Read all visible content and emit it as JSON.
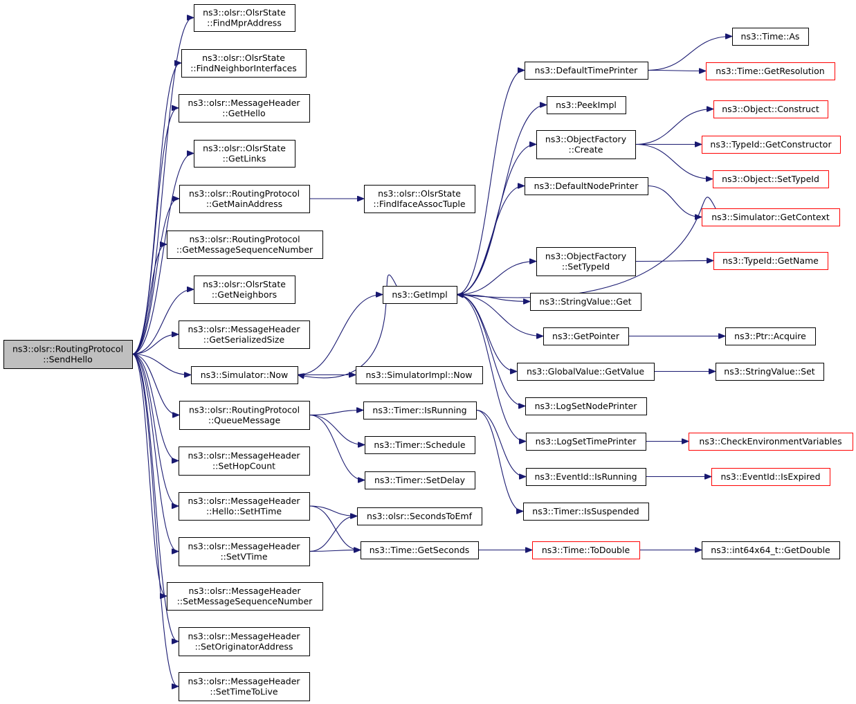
{
  "colors": {
    "edge": "#191970",
    "normal_border": "#000000",
    "truncated_border": "#ff0000",
    "root_fill": "#bfbfbf",
    "node_fill": "#ffffff"
  },
  "nodes": [
    {
      "id": "root",
      "lines": [
        "ns3::olsr::RoutingProtocol",
        "::SendHello"
      ],
      "style": "root"
    },
    {
      "id": "findMpr",
      "lines": [
        "ns3::olsr::OlsrState",
        "::FindMprAddress"
      ],
      "style": "normal"
    },
    {
      "id": "findNeighIf",
      "lines": [
        "ns3::olsr::OlsrState",
        "::FindNeighborInterfaces"
      ],
      "style": "normal"
    },
    {
      "id": "getHello",
      "lines": [
        "ns3::olsr::MessageHeader",
        "::GetHello"
      ],
      "style": "normal"
    },
    {
      "id": "getLinks",
      "lines": [
        "ns3::olsr::OlsrState",
        "::GetLinks"
      ],
      "style": "normal"
    },
    {
      "id": "getMainAddr",
      "lines": [
        "ns3::olsr::RoutingProtocol",
        "::GetMainAddress"
      ],
      "style": "normal"
    },
    {
      "id": "findIface",
      "lines": [
        "ns3::olsr::OlsrState",
        "::FindIfaceAssocTuple"
      ],
      "style": "normal"
    },
    {
      "id": "getMsgSeq",
      "lines": [
        "ns3::olsr::RoutingProtocol",
        "::GetMessageSequenceNumber"
      ],
      "style": "normal"
    },
    {
      "id": "getNeighbors",
      "lines": [
        "ns3::olsr::OlsrState",
        "::GetNeighbors"
      ],
      "style": "normal"
    },
    {
      "id": "getSerSize",
      "lines": [
        "ns3::olsr::MessageHeader",
        "::GetSerializedSize"
      ],
      "style": "normal"
    },
    {
      "id": "simNow",
      "lines": [
        "ns3::Simulator::Now"
      ],
      "style": "normal"
    },
    {
      "id": "simImplNow",
      "lines": [
        "ns3::SimulatorImpl::Now"
      ],
      "style": "normal"
    },
    {
      "id": "getImpl",
      "lines": [
        "ns3::GetImpl"
      ],
      "style": "normal"
    },
    {
      "id": "defTimePrinter",
      "lines": [
        "ns3::DefaultTimePrinter"
      ],
      "style": "normal"
    },
    {
      "id": "timeAs",
      "lines": [
        "ns3::Time::As"
      ],
      "style": "normal"
    },
    {
      "id": "timeGetRes",
      "lines": [
        "ns3::Time::GetResolution"
      ],
      "style": "truncated"
    },
    {
      "id": "peekImpl",
      "lines": [
        "ns3::PeekImpl"
      ],
      "style": "normal"
    },
    {
      "id": "objFactCreate",
      "lines": [
        "ns3::ObjectFactory",
        "::Create"
      ],
      "style": "normal"
    },
    {
      "id": "objConstruct",
      "lines": [
        "ns3::Object::Construct"
      ],
      "style": "truncated"
    },
    {
      "id": "typeIdGetCtor",
      "lines": [
        "ns3::TypeId::GetConstructor"
      ],
      "style": "truncated"
    },
    {
      "id": "objSetTypeId",
      "lines": [
        "ns3::Object::SetTypeId"
      ],
      "style": "truncated"
    },
    {
      "id": "defNodePrinter",
      "lines": [
        "ns3::DefaultNodePrinter"
      ],
      "style": "normal"
    },
    {
      "id": "simGetContext",
      "lines": [
        "ns3::Simulator::GetContext"
      ],
      "style": "truncated"
    },
    {
      "id": "objFactSetTypeId",
      "lines": [
        "ns3::ObjectFactory",
        "::SetTypeId"
      ],
      "style": "normal"
    },
    {
      "id": "typeIdGetName",
      "lines": [
        "ns3::TypeId::GetName"
      ],
      "style": "truncated"
    },
    {
      "id": "strValGet",
      "lines": [
        "ns3::StringValue::Get"
      ],
      "style": "normal"
    },
    {
      "id": "getPointer",
      "lines": [
        "ns3::GetPointer"
      ],
      "style": "normal"
    },
    {
      "id": "ptrAcquire",
      "lines": [
        "ns3::Ptr::Acquire"
      ],
      "style": "normal"
    },
    {
      "id": "globalGetValue",
      "lines": [
        "ns3::GlobalValue::GetValue"
      ],
      "style": "normal"
    },
    {
      "id": "strValSet",
      "lines": [
        "ns3::StringValue::Set"
      ],
      "style": "normal"
    },
    {
      "id": "logSetNodePrinter",
      "lines": [
        "ns3::LogSetNodePrinter"
      ],
      "style": "normal"
    },
    {
      "id": "logSetTimePrinter",
      "lines": [
        "ns3::LogSetTimePrinter"
      ],
      "style": "normal"
    },
    {
      "id": "checkEnvVars",
      "lines": [
        "ns3::CheckEnvironmentVariables"
      ],
      "style": "truncated"
    },
    {
      "id": "queueMsg",
      "lines": [
        "ns3::olsr::RoutingProtocol",
        "::QueueMessage"
      ],
      "style": "normal"
    },
    {
      "id": "timerIsRunning",
      "lines": [
        "ns3::Timer::IsRunning"
      ],
      "style": "normal"
    },
    {
      "id": "timerSchedule",
      "lines": [
        "ns3::Timer::Schedule"
      ],
      "style": "normal"
    },
    {
      "id": "timerSetDelay",
      "lines": [
        "ns3::Timer::SetDelay"
      ],
      "style": "normal"
    },
    {
      "id": "eventIsRunning",
      "lines": [
        "ns3::EventId::IsRunning"
      ],
      "style": "normal"
    },
    {
      "id": "eventIsExpired",
      "lines": [
        "ns3::EventId::IsExpired"
      ],
      "style": "truncated"
    },
    {
      "id": "timerIsSuspended",
      "lines": [
        "ns3::Timer::IsSuspended"
      ],
      "style": "normal"
    },
    {
      "id": "setHopCount",
      "lines": [
        "ns3::olsr::MessageHeader",
        "::SetHopCount"
      ],
      "style": "normal"
    },
    {
      "id": "helloSetHTime",
      "lines": [
        "ns3::olsr::MessageHeader",
        "::Hello::SetHTime"
      ],
      "style": "normal"
    },
    {
      "id": "secondsToEmf",
      "lines": [
        "ns3::olsr::SecondsToEmf"
      ],
      "style": "normal"
    },
    {
      "id": "setVTime",
      "lines": [
        "ns3::olsr::MessageHeader",
        "::SetVTime"
      ],
      "style": "normal"
    },
    {
      "id": "timeGetSeconds",
      "lines": [
        "ns3::Time::GetSeconds"
      ],
      "style": "normal"
    },
    {
      "id": "timeToDouble",
      "lines": [
        "ns3::Time::ToDouble"
      ],
      "style": "truncated"
    },
    {
      "id": "int64GetDouble",
      "lines": [
        "ns3::int64x64_t::GetDouble"
      ],
      "style": "normal"
    },
    {
      "id": "setMsgSeq",
      "lines": [
        "ns3::olsr::MessageHeader",
        "::SetMessageSequenceNumber"
      ],
      "style": "normal"
    },
    {
      "id": "setOrigAddr",
      "lines": [
        "ns3::olsr::MessageHeader",
        "::SetOriginatorAddress"
      ],
      "style": "normal"
    },
    {
      "id": "setTTL",
      "lines": [
        "ns3::olsr::MessageHeader",
        "::SetTimeToLive"
      ],
      "style": "normal"
    }
  ],
  "edges": [
    [
      "root",
      "findMpr"
    ],
    [
      "root",
      "findNeighIf"
    ],
    [
      "root",
      "getHello"
    ],
    [
      "root",
      "getLinks"
    ],
    [
      "root",
      "getMainAddr"
    ],
    [
      "root",
      "getMsgSeq"
    ],
    [
      "root",
      "getNeighbors"
    ],
    [
      "root",
      "getSerSize"
    ],
    [
      "root",
      "simNow"
    ],
    [
      "root",
      "queueMsg"
    ],
    [
      "root",
      "setHopCount"
    ],
    [
      "root",
      "helloSetHTime"
    ],
    [
      "root",
      "setVTime"
    ],
    [
      "root",
      "setMsgSeq"
    ],
    [
      "root",
      "setOrigAddr"
    ],
    [
      "root",
      "setTTL"
    ],
    [
      "getMainAddr",
      "findIface"
    ],
    [
      "simNow",
      "getImpl"
    ],
    [
      "simNow",
      "simImplNow"
    ],
    [
      "getImpl",
      "simNow"
    ],
    [
      "getImpl",
      "defTimePrinter"
    ],
    [
      "getImpl",
      "peekImpl"
    ],
    [
      "getImpl",
      "objFactCreate"
    ],
    [
      "getImpl",
      "defNodePrinter"
    ],
    [
      "getImpl",
      "objFactSetTypeId"
    ],
    [
      "getImpl",
      "strValGet"
    ],
    [
      "getImpl",
      "getPointer"
    ],
    [
      "getImpl",
      "globalGetValue"
    ],
    [
      "getImpl",
      "logSetNodePrinter"
    ],
    [
      "getImpl",
      "logSetTimePrinter"
    ],
    [
      "defTimePrinter",
      "timeAs"
    ],
    [
      "defTimePrinter",
      "timeGetRes"
    ],
    [
      "objFactCreate",
      "objConstruct"
    ],
    [
      "objFactCreate",
      "typeIdGetCtor"
    ],
    [
      "objFactCreate",
      "objSetTypeId"
    ],
    [
      "defNodePrinter",
      "simGetContext"
    ],
    [
      "simGetContext",
      "getImpl"
    ],
    [
      "objFactSetTypeId",
      "typeIdGetName"
    ],
    [
      "getPointer",
      "ptrAcquire"
    ],
    [
      "globalGetValue",
      "strValSet"
    ],
    [
      "logSetTimePrinter",
      "checkEnvVars"
    ],
    [
      "queueMsg",
      "timerIsRunning"
    ],
    [
      "queueMsg",
      "timerSchedule"
    ],
    [
      "queueMsg",
      "timerSetDelay"
    ],
    [
      "timerIsRunning",
      "eventIsRunning"
    ],
    [
      "timerIsRunning",
      "timerIsSuspended"
    ],
    [
      "eventIsRunning",
      "eventIsExpired"
    ],
    [
      "helloSetHTime",
      "secondsToEmf"
    ],
    [
      "helloSetHTime",
      "timeGetSeconds"
    ],
    [
      "setVTime",
      "secondsToEmf"
    ],
    [
      "setVTime",
      "timeGetSeconds"
    ],
    [
      "timeGetSeconds",
      "timeToDouble"
    ],
    [
      "timeToDouble",
      "int64GetDouble"
    ]
  ]
}
